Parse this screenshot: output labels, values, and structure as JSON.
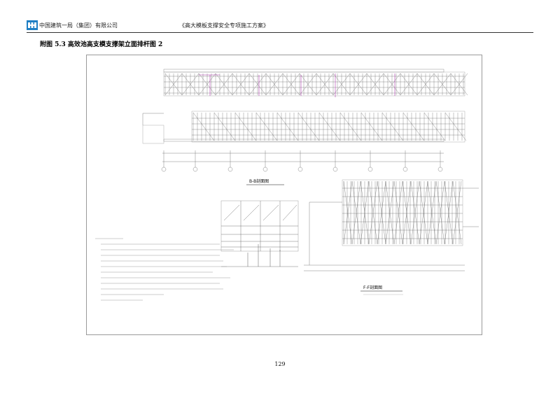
{
  "header": {
    "company": "中国建筑一局（集团）有限公司",
    "document_title": "《高大模板支撑安全专项施工方案》",
    "brand_color": "#1f7fc4"
  },
  "figure": {
    "caption": "附图 5.3 高效池高支模支撑架立面排杆图 2",
    "section_bb_label": "B-B剖面图",
    "section_ff_label": "F-F剖面图"
  },
  "page": {
    "number": "129"
  }
}
